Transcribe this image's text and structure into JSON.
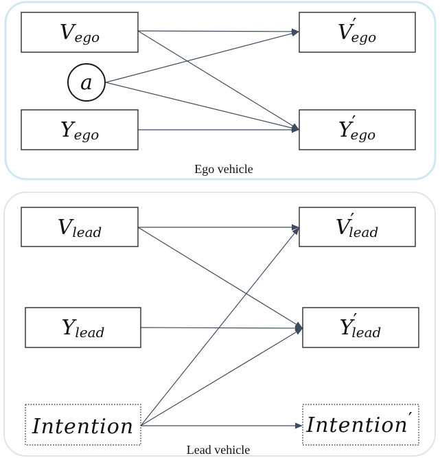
{
  "panels": {
    "ego_caption": "Ego vehicle",
    "lead_caption": "Lead vehicle"
  },
  "nodes": {
    "v_ego": {
      "base": "V",
      "sub": "ego",
      "prime": ""
    },
    "y_ego": {
      "base": "Y",
      "sub": "ego",
      "prime": ""
    },
    "a": {
      "base": "a"
    },
    "v_ego_next": {
      "base": "V",
      "sub": "ego",
      "prime": "′"
    },
    "y_ego_next": {
      "base": "Y",
      "sub": "ego",
      "prime": "′"
    },
    "v_lead": {
      "base": "V",
      "sub": "lead",
      "prime": ""
    },
    "y_lead": {
      "base": "Y",
      "sub": "lead",
      "prime": ""
    },
    "intention": {
      "base": "Intention",
      "prime": ""
    },
    "v_lead_next": {
      "base": "V",
      "sub": "lead",
      "prime": "′"
    },
    "y_lead_next": {
      "base": "Y",
      "sub": "lead",
      "prime": "′"
    },
    "intention_next": {
      "base": "Intention",
      "prime": "′"
    }
  },
  "edges": [
    {
      "from": "v_ego",
      "to": "v_ego_next"
    },
    {
      "from": "v_ego",
      "to": "y_ego_next"
    },
    {
      "from": "a",
      "to": "v_ego_next"
    },
    {
      "from": "a",
      "to": "y_ego_next"
    },
    {
      "from": "y_ego",
      "to": "y_ego_next"
    },
    {
      "from": "v_lead",
      "to": "v_lead_next"
    },
    {
      "from": "v_lead",
      "to": "y_lead_next"
    },
    {
      "from": "y_lead",
      "to": "y_lead_next"
    },
    {
      "from": "intention",
      "to": "v_lead_next"
    },
    {
      "from": "intention",
      "to": "y_lead_next"
    },
    {
      "from": "intention",
      "to": "intention_next"
    }
  ],
  "colors": {
    "edge": "#3d4a60",
    "ego_panel_border": "#cfe8f0",
    "lead_panel_border": "#e3e3e3"
  }
}
